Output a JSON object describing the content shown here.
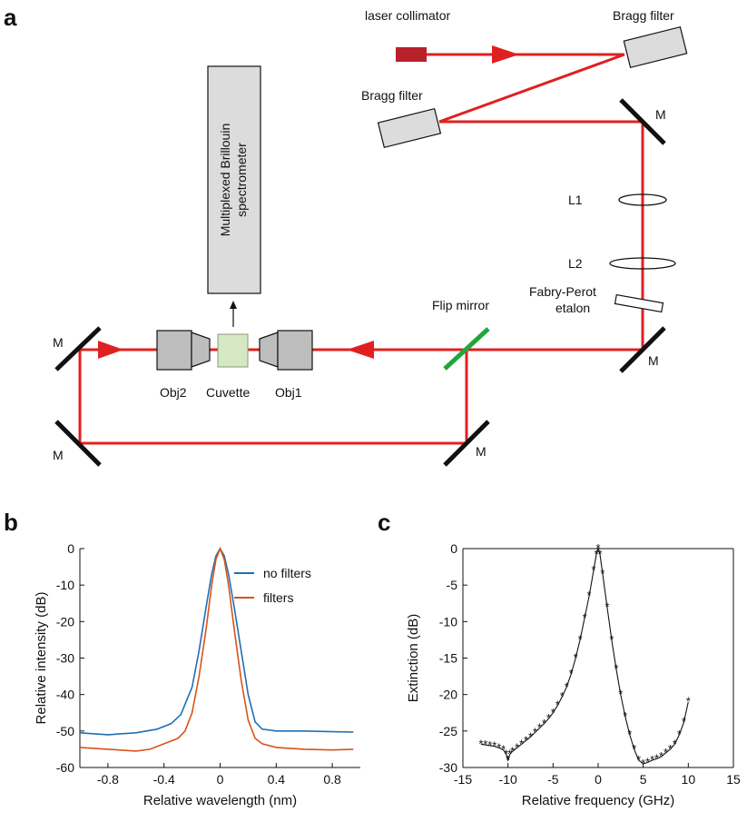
{
  "panel_a": {
    "letter": "a",
    "labels": {
      "laser_collimator": "laser collimator",
      "bragg_filter_top": "Bragg filter",
      "bragg_filter_left": "Bragg filter",
      "mirror": "M",
      "lens1": "L1",
      "lens2": "L2",
      "etalon_line1": "Fabry-Perot",
      "etalon_line2": "etalon",
      "flip_mirror": "Flip mirror",
      "obj1": "Obj1",
      "obj2": "Obj2",
      "cuvette": "Cuvette",
      "spectrometer_line1": "Multiplexed Brillouin",
      "spectrometer_line2": "spectrometer"
    },
    "colors": {
      "beam": "#e02020",
      "laser": "#b8202a",
      "flip_mirror": "#1fa83a",
      "cuvette_fill": "#d4e8c4",
      "component_fill": "#dcdcdc",
      "objective_fill": "#bdbdbd"
    }
  },
  "chart_data": [
    {
      "panel": "b",
      "type": "line",
      "xlabel": "Relative wavelength (nm)",
      "ylabel": "Relative intensity (dB)",
      "xlim": [
        -1.0,
        1.0
      ],
      "ylim": [
        -60,
        0
      ],
      "xticks": [
        "-0.8",
        "-0.4",
        "0",
        "0.4",
        "0.8"
      ],
      "yticks": [
        "0",
        "-10",
        "-20",
        "-30",
        "-40",
        "-50",
        "-60"
      ],
      "legend_position": "top-right",
      "series": [
        {
          "name": "no filters",
          "color": "#1f6fb5",
          "x": [
            -1.0,
            -0.8,
            -0.6,
            -0.45,
            -0.35,
            -0.28,
            -0.2,
            -0.15,
            -0.1,
            -0.06,
            -0.03,
            0,
            0.03,
            0.06,
            0.1,
            0.15,
            0.2,
            0.25,
            0.3,
            0.4,
            0.6,
            0.8,
            0.95
          ],
          "y": [
            -50.5,
            -51,
            -50.5,
            -49.5,
            -48,
            -45.5,
            -38,
            -28,
            -16,
            -7,
            -2,
            0,
            -2,
            -7,
            -16,
            -28,
            -40,
            -47.5,
            -49.5,
            -50,
            -50,
            -50.2,
            -50.3
          ]
        },
        {
          "name": "filters",
          "color": "#d95319",
          "x": [
            -1.0,
            -0.8,
            -0.6,
            -0.5,
            -0.4,
            -0.3,
            -0.25,
            -0.2,
            -0.15,
            -0.1,
            -0.06,
            -0.03,
            0,
            0.03,
            0.06,
            0.1,
            0.15,
            0.2,
            0.25,
            0.3,
            0.4,
            0.6,
            0.8,
            0.95
          ],
          "y": [
            -54.5,
            -55,
            -55.5,
            -55,
            -53.5,
            -52,
            -50,
            -45,
            -35,
            -22,
            -10,
            -3,
            0,
            -3,
            -10,
            -22,
            -36,
            -47,
            -52,
            -53.5,
            -54.5,
            -55,
            -55.2,
            -55
          ]
        }
      ]
    },
    {
      "panel": "c",
      "type": "line",
      "xlabel": "Relative frequency (GHz)",
      "ylabel": "Extinction (dB)",
      "xlim": [
        -15,
        15
      ],
      "ylim": [
        -30,
        0
      ],
      "xticks": [
        "-15",
        "-10",
        "-5",
        "0",
        "5",
        "10",
        "15"
      ],
      "yticks": [
        "0",
        "-5",
        "-10",
        "-15",
        "-20",
        "-25",
        "-30"
      ],
      "marker": "asterisk",
      "series": [
        {
          "color": "#e02020",
          "x": [
            -13,
            -12.5,
            -12,
            -11.5,
            -11,
            -10.5,
            -10.2,
            -10,
            -9.8,
            -9.5,
            -9,
            -8.5,
            -8,
            -7.5,
            -7,
            -6.5,
            -6,
            -5.5,
            -5,
            -4.5,
            -4,
            -3.5,
            -3,
            -2.5,
            -2,
            -1.5,
            -1,
            -0.5,
            -0.2,
            0,
            0.2,
            0.5,
            1,
            1.5,
            2,
            2.5,
            3,
            3.5,
            4,
            4.5,
            5,
            5.5,
            6,
            6.5,
            7,
            7.5,
            8,
            8.5,
            9,
            9.5,
            10
          ],
          "y": [
            -26.8,
            -26.9,
            -27,
            -27.1,
            -27.3,
            -27.6,
            -28.2,
            -29,
            -28.2,
            -27.8,
            -27.3,
            -26.8,
            -26.3,
            -25.8,
            -25.2,
            -24.6,
            -24,
            -23.3,
            -22.5,
            -21.5,
            -20.3,
            -19,
            -17.2,
            -15,
            -12.5,
            -9.5,
            -6.5,
            -3,
            -0.8,
            0,
            -0.8,
            -3.5,
            -8,
            -12.5,
            -16.5,
            -20,
            -23,
            -25.5,
            -27.5,
            -29,
            -29.5,
            -29.3,
            -29,
            -28.8,
            -28.5,
            -28,
            -27.5,
            -26.8,
            -25.5,
            -23.8,
            -21
          ]
        }
      ]
    }
  ],
  "panel_letters": {
    "b": "b",
    "c": "c"
  }
}
